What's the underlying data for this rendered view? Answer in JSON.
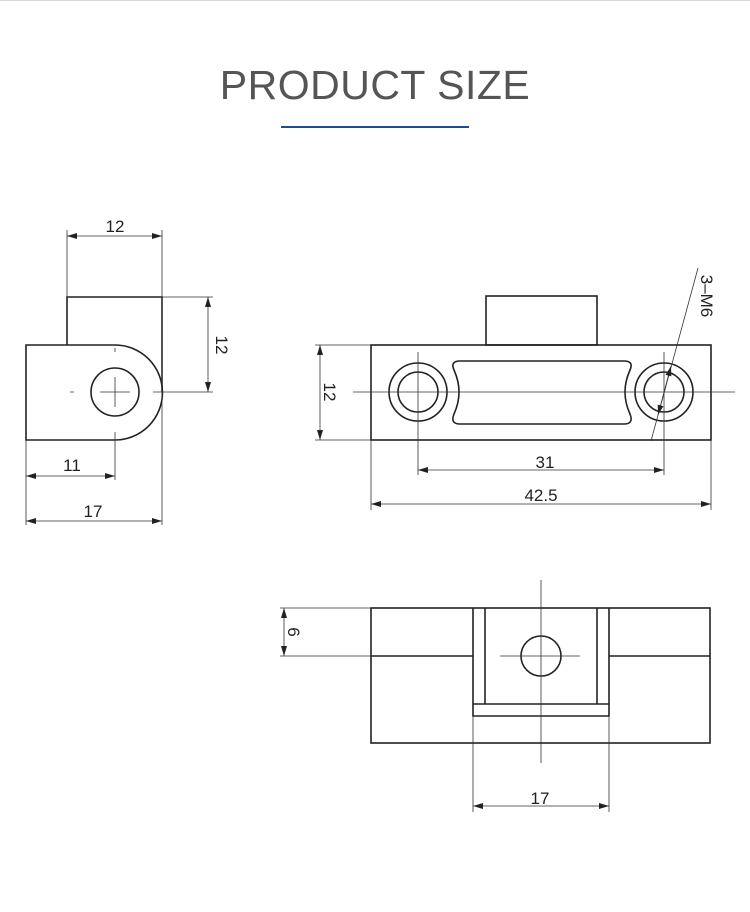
{
  "title": "PRODUCT SIZE",
  "colors": {
    "accent": "#1f4e8c",
    "line": "#222222",
    "title": "#555555"
  },
  "side_view": {
    "top_width": "12",
    "height": "12",
    "hole_offset": "11",
    "total_width": "17"
  },
  "front_view": {
    "height": "12",
    "hole_spacing": "31",
    "total_length": "42.5",
    "hole_callout": "3–M6"
  },
  "bottom_view": {
    "depth": "6",
    "channel_width": "17"
  }
}
